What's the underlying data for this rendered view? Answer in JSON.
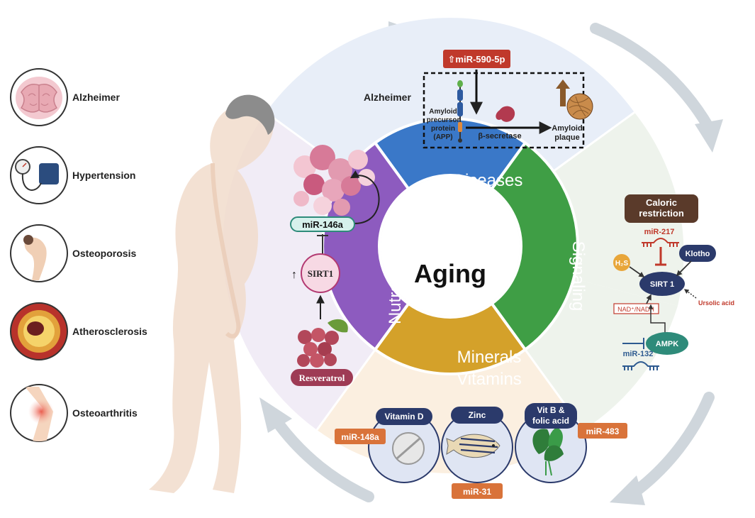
{
  "diseases_list": [
    {
      "label": "Alzheimer",
      "icon": "brain-section-icon"
    },
    {
      "label": "Hypertension",
      "icon": "blood-pressure-cuff-icon"
    },
    {
      "label": "Osteoporosis",
      "icon": "hunched-spine-icon"
    },
    {
      "label": "Atherosclerosis",
      "icon": "plaque-artery-icon"
    },
    {
      "label": "Osteoarthritis",
      "icon": "inflamed-knee-icon"
    }
  ],
  "center": {
    "title": "Aging"
  },
  "ring": {
    "top": "Diseases",
    "right": "Signaling",
    "bottom_line1": "Minerals",
    "bottom_line2": "Vitamins",
    "left": "Nutraceutical"
  },
  "alzheimer_panel": {
    "title": "Alzheimer",
    "mirna": "⇧miR-590-5p",
    "app_line1": "Amyloid",
    "app_line2": "precursor",
    "app_line3": "protein",
    "app_line4": "(APP)",
    "enzyme": "β-secretase",
    "plaque_line1": "Amyloid",
    "plaque_line2": "plaque"
  },
  "signaling_panel": {
    "caloric_line1": "Caloric",
    "caloric_line2": "restriction",
    "mir217": "miR-217",
    "h2s": "H₂S",
    "klotho": "Klotho",
    "sirt1": "SIRT 1",
    "ursolic": "Ursolic acid",
    "nad": "NAD⁺/NADH",
    "ampk": "AMPK",
    "mir132": "miR-132"
  },
  "nutraceutical_panel": {
    "mir146a": "miR-146a",
    "sirt1": "SIRT1",
    "up_arrow": "↑",
    "resveratrol": "Resveratrol"
  },
  "minerals_panel": {
    "vitamin_d": "Vitamin D",
    "mir148a": "miR-148a",
    "zinc": "Zinc",
    "mir31": "miR-31",
    "vitb_line1": "Vit B &",
    "vitb_line2": "folic acid",
    "mir483": "miR-483"
  },
  "colors": {
    "diseases": "#3a78c8",
    "signaling": "#3f9e45",
    "minerals": "#d4a12a",
    "nutraceutical": "#8d5bbf",
    "mirna_red": "#c0392b",
    "mirna_orange": "#d9733a",
    "dark_navy": "#2b3a6b",
    "teal": "#2e8b7a"
  }
}
